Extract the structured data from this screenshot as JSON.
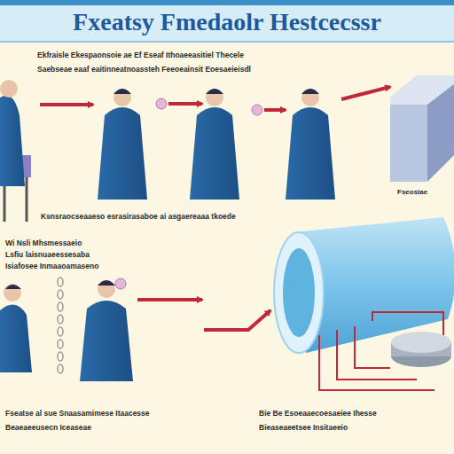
{
  "diagram": {
    "title": "Fxeatsy Fmedaolr Hestcecssr",
    "labels": [
      "Ekfraisle Ekespaonsoie ae Ef Eseaf Ithoaeeasitiel Thecele",
      "Saebseae eaaf eaitinneatnoassteh Feeoeainsit Eoesaeieisdl",
      "Fseosiae",
      "Ksnsraocseaaeso esrasirasaboe ai asgaereaaa tkoede",
      "Wi Nsli Mhsmessaeio",
      "Lsfiu laisnuaeessesaba",
      "Isiafosee Inmaaoamaseno",
      "Fseatse al sue Snaasamimese Itaacesse",
      "Beaeaeeusecn Iceaseae",
      "Bie Be Esoeaaecoesaeiee Ihesse",
      "Bieaseaeetsee Insitaeeio"
    ]
  }
}
